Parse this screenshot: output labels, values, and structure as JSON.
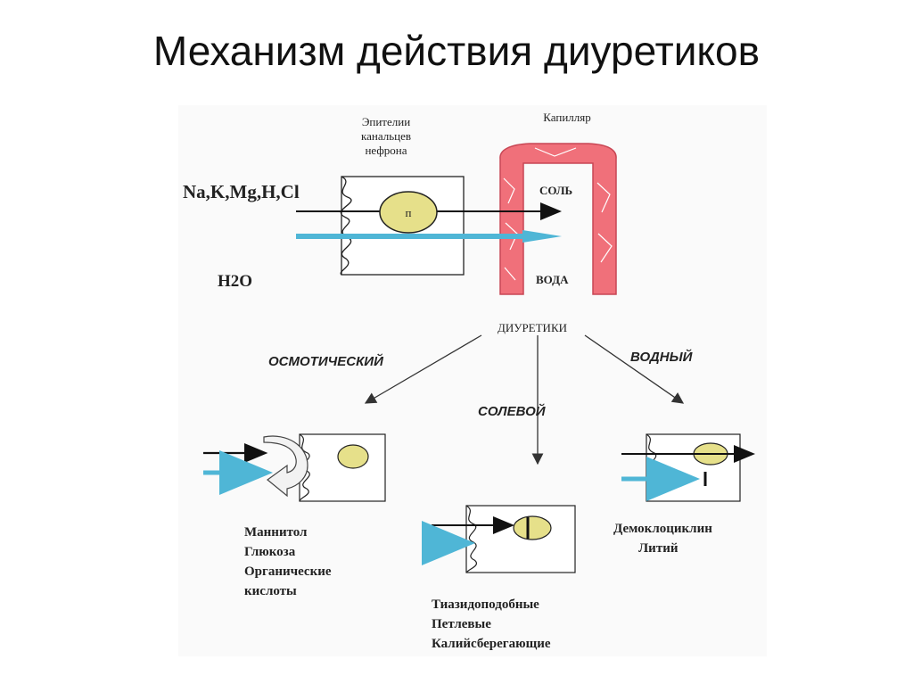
{
  "title": "Механизм действия диуретиков",
  "top": {
    "epithelium_lines": [
      "Эпителии",
      "канальцев",
      "нефрона"
    ],
    "capillary": "Капилляр",
    "ions": "Na,K,Mg,H,Cl",
    "water": "H2O",
    "pump": "п",
    "salt": "СОЛЬ",
    "water_capillary": "ВОДА"
  },
  "diuretics": "ДИУРЕТИКИ",
  "types": {
    "osmotic": "ОСМОТИЧЕСКИЙ",
    "salt": "СОЛЕВОЙ",
    "water": "ВОДНЫЙ"
  },
  "osmotic_drugs": [
    "Маннитол",
    "Глюкоза",
    "Органические",
    "кислоты"
  ],
  "salt_drugs": [
    "Тиазидоподобные",
    "Петлевые",
    "Калийсберегающие"
  ],
  "water_drugs": [
    "Демоклоциклин",
    "Литий"
  ],
  "colors": {
    "capillary": "#f0707a",
    "pump_fill": "#e6e08a",
    "water_arrow": "#4fb6d6"
  }
}
